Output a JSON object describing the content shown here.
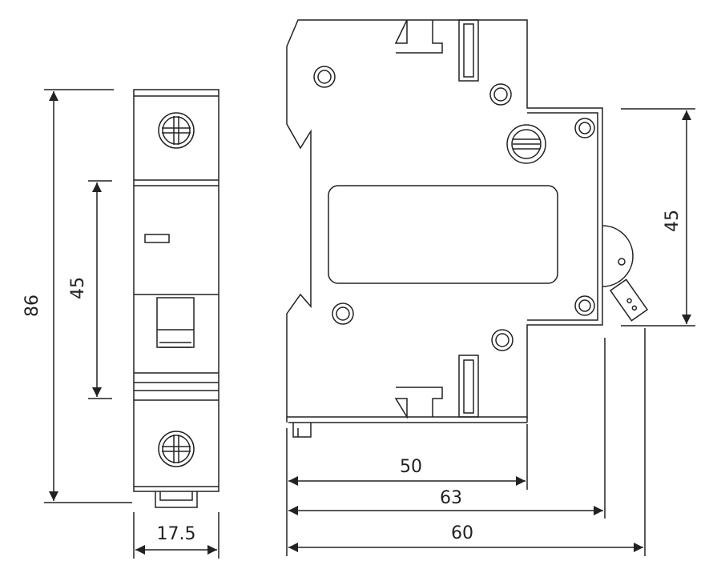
{
  "diagram": {
    "dimensions": {
      "front_height": "86",
      "front_mounting_height": "45",
      "front_width": "17.5",
      "side_height": "45",
      "side_depth_a": "50",
      "side_depth_b": "63",
      "side_depth_c": "60"
    },
    "colors": {
      "line": "#222222",
      "background": "#ffffff"
    }
  }
}
